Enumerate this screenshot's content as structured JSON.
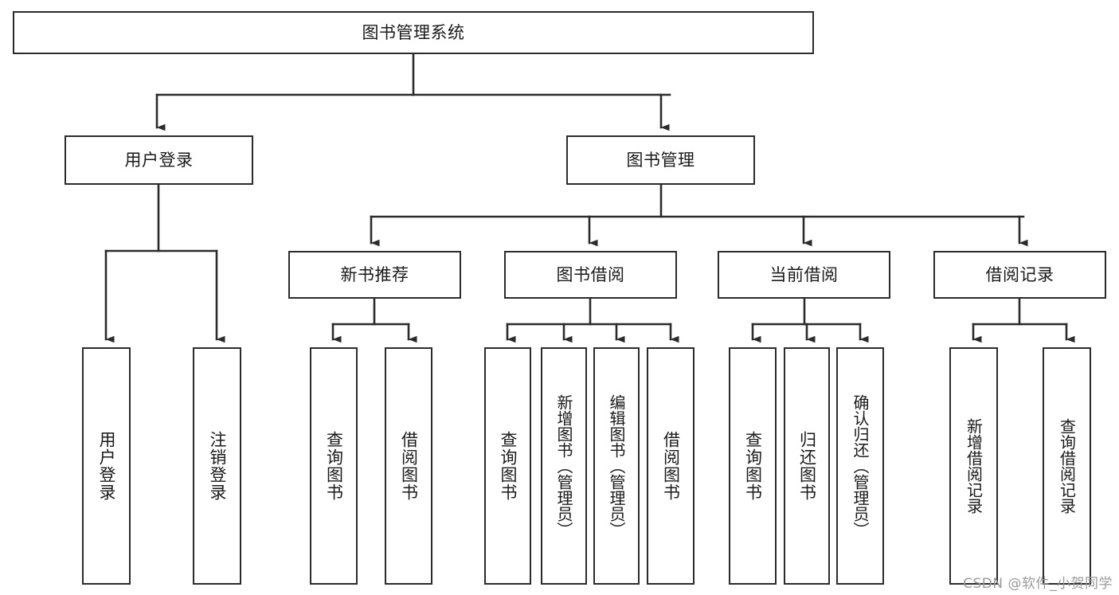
{
  "diagram": {
    "title": "图书管理系统",
    "watermark": "CSDN @软件_小贺同学",
    "colors": {
      "stroke": "#2b2b2b",
      "fill": "#ffffff",
      "text": "#1a1a1a",
      "watermark": "#9a9a9a"
    },
    "levels": {
      "root": {
        "label": "图书管理系统"
      },
      "level2": [
        {
          "label": "用户登录"
        },
        {
          "label": "图书管理"
        }
      ],
      "level3": [
        {
          "label": "新书推荐"
        },
        {
          "label": "图书借阅"
        },
        {
          "label": "当前借阅"
        },
        {
          "label": "借阅记录"
        }
      ],
      "leaves": {
        "user_login": [
          {
            "label": "用户登录"
          },
          {
            "label": "注销登录"
          }
        ],
        "new_book_recommend": [
          {
            "label": "查询图书"
          },
          {
            "label": "借阅图书"
          }
        ],
        "book_borrow": [
          {
            "label": "查询图书"
          },
          {
            "label": "新增图书（管理员）"
          },
          {
            "label": "编辑图书（管理员）"
          },
          {
            "label": "借阅图书"
          }
        ],
        "current_borrow": [
          {
            "label": "查询图书"
          },
          {
            "label": "归还图书"
          },
          {
            "label": "确认归还（管理员）"
          }
        ],
        "borrow_record": [
          {
            "label": "新增借阅记录"
          },
          {
            "label": "查询借阅记录"
          }
        ]
      }
    }
  }
}
